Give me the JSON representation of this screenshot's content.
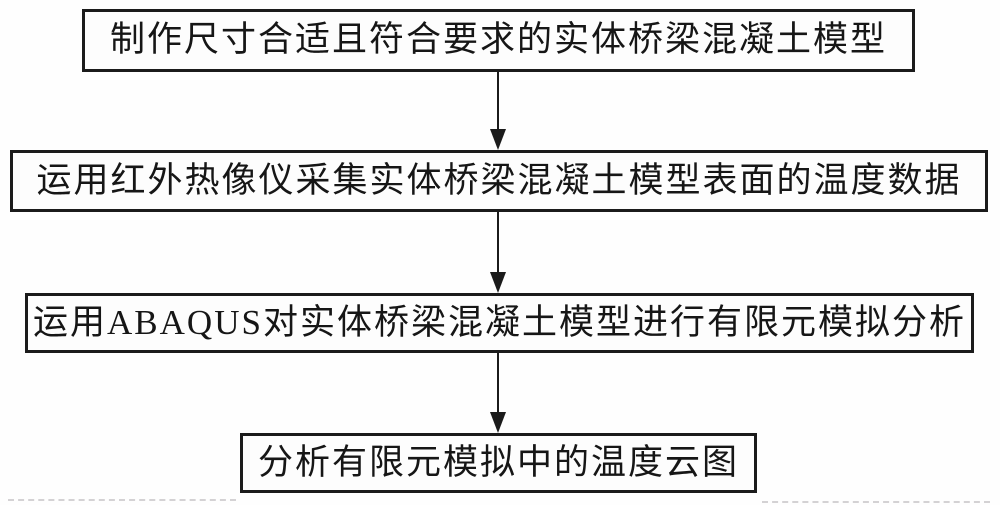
{
  "flowchart": {
    "steps": [
      {
        "label": "制作尺寸合适且符合要求的实体桥梁混凝土模型"
      },
      {
        "label": "运用红外热像仪采集实体桥梁混凝土模型表面的温度数据"
      },
      {
        "label": "运用ABAQUS对实体桥梁混凝土模型进行有限元模拟分析"
      },
      {
        "label": "分析有限元模拟中的温度云图"
      }
    ],
    "connector": "down-arrow"
  },
  "colors": {
    "box_border": "#1b1b1b",
    "box_fill": "#fdfdfd",
    "text": "#161616",
    "arrow": "#1b1b1b",
    "scan_artifact": "#d4d2d4",
    "background": "#fefefe"
  }
}
